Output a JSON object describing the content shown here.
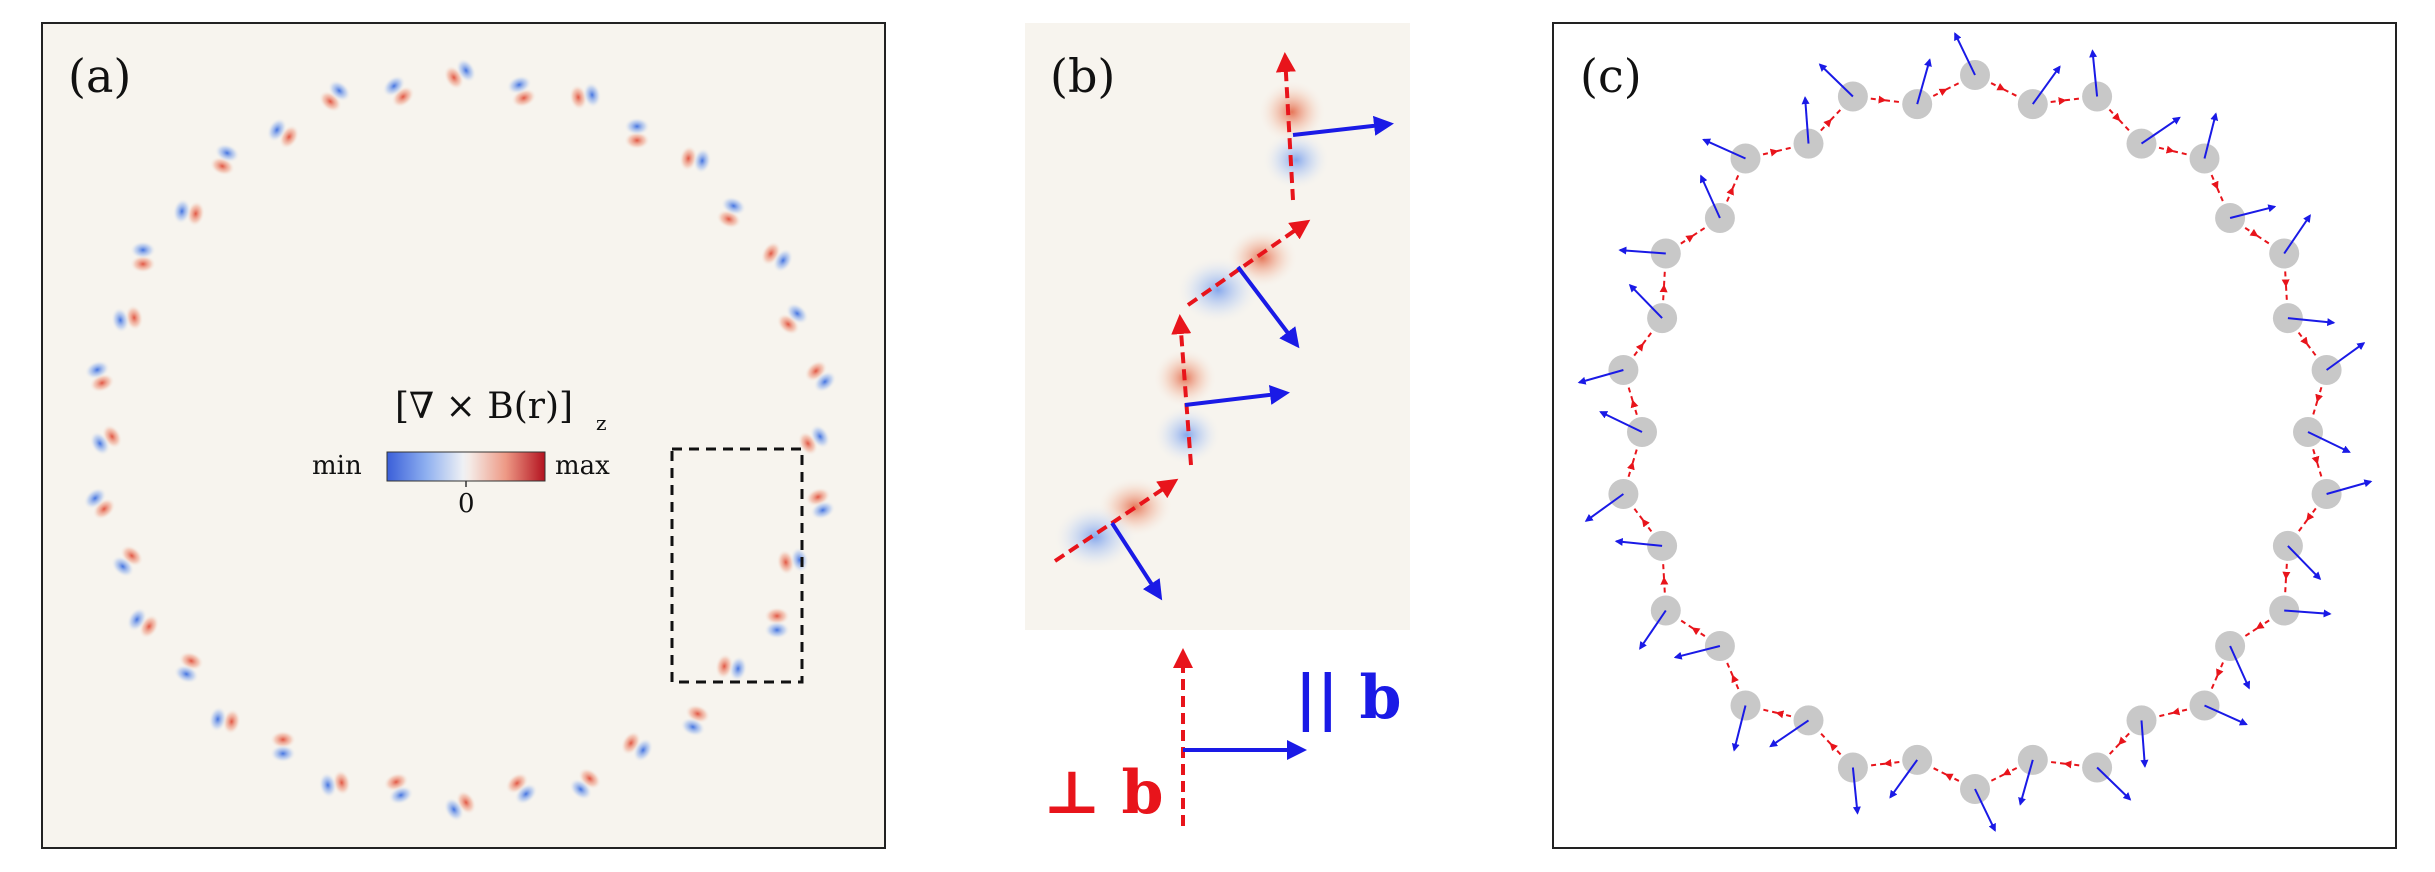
{
  "panels": {
    "a": {
      "label": "(a)",
      "colorbar": {
        "title_main": "[∇ × B(r)]",
        "title_sub": "z",
        "min_label": "min",
        "max_label": "max",
        "zero_label": "0"
      },
      "dipole_count": 36,
      "background": "#f7f4ee",
      "red": "#e0503c",
      "blue": "#3c6ee0"
    },
    "b": {
      "label": "(b)",
      "legend_perp": "⊥ b",
      "legend_par": "|| b"
    },
    "c": {
      "label": "(c)",
      "particle_count": 36,
      "particle_color": "#c8c8c8",
      "perp_color": "#e8141b",
      "par_color": "#1a1ae6"
    }
  }
}
